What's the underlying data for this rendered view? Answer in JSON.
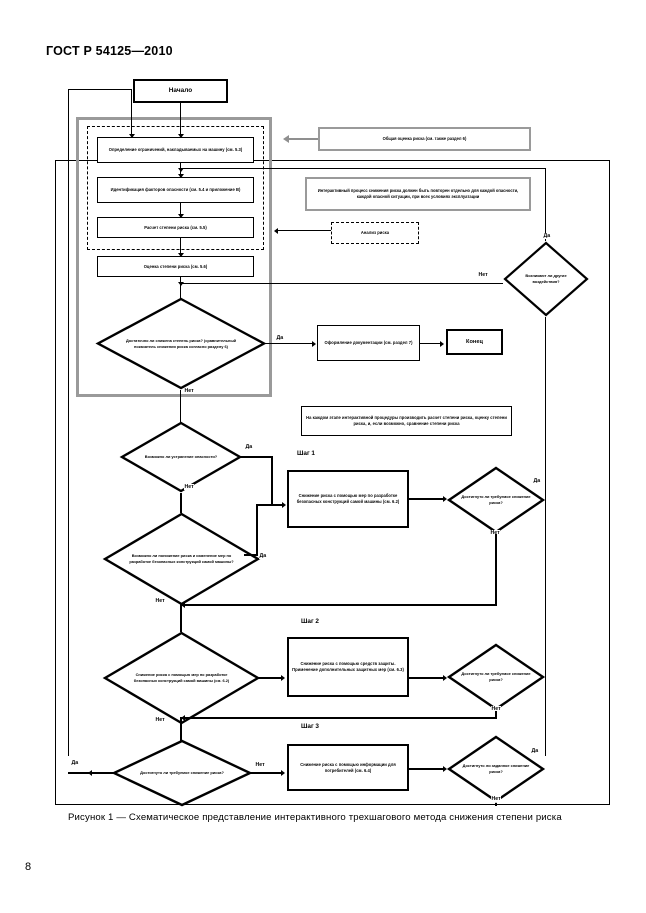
{
  "document": {
    "standard_header": "ГОСТ Р 54125—2010",
    "page_number": "8",
    "figure_caption": "Рисунок 1 — Схематическое представление интерактивного трехшагового метода снижения степени риска"
  },
  "flowchart": {
    "start": "Начало",
    "end": "Конец",
    "risk_assessment_group": {
      "determine_limits": "Определение ограничений, накладываемых на машину (см. 5.3)",
      "identify_hazards": "Идентификация факторов опасности (см. 5.4 и приложение B)",
      "estimate_risk": "Расчет степени риска (см. 5.5)",
      "evaluate_risk": "Оценка степени риска (см. 5.6)"
    },
    "risk_analysis_note": "Анализ риска",
    "overall_assessment_note": "Общая оценка риска (см. также раздел 6)",
    "iterative_note": "Интерактивный процесс снижения риска должен быть повторен отдельно для каждой опасности, каждой опасной ситуации, при всех условиях эксплуатации",
    "each_stage_note": "На каждом этапе интерактивной процедуры производить расчет степени риска, оценку степени риска, и, если возможно, сравнение степени риска",
    "documentation": "Оформление документации (см. раздел 7)",
    "decisions": {
      "risk_reduced_enough": "Достаточно ли снижена степень риска? (сравнительный показатель снижения риска согласно разделу 6)",
      "other_hazards": "Возникают ли другие воздействия?",
      "can_remove_hazard": "Возможно ли устранение опасности?",
      "can_reduce_by_design": "Возможно ли понижение риска и изменение мер по разработке безопасных конструкций самой машины?",
      "step1_reduced": "Достигнуто ли требуемое снижение риска?",
      "step2_reduced": "Достигнуто ли требуемое снижение риска?",
      "step3_required": "Достигнуто ли требуемое снижение риска?",
      "step3_final": "Достигнуто ли заданное снижение риска?"
    },
    "steps": [
      {
        "label": "Шаг 1",
        "action": "Снижение риска с помощью мер по разработке безопасных конструкций самой машины (см. 6.2)"
      },
      {
        "label": "Шаг 2",
        "action": "Снижение риска с помощью средств защиты. Применение дополнительных защитных мер (см. 6.3)"
      },
      {
        "label": "Шаг 3",
        "action": "Снижение риска с помощью информации для потребителей (см. 6.4)"
      }
    ],
    "left_diamond_label": "Снижение риска с помощью мер по разработке безопасных конструкций самой машины (см. 6.2)",
    "edge_labels": {
      "yes": "Да",
      "no": "Нет"
    }
  },
  "colors": {
    "ink": "#000000",
    "grey_frame": "#9a9a9a",
    "page_background": "#ffffff"
  }
}
